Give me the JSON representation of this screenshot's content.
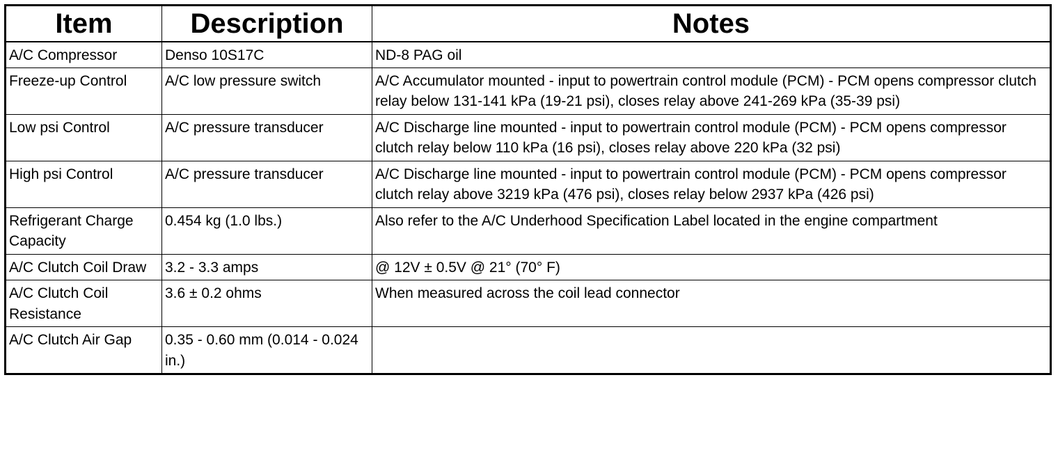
{
  "table": {
    "headers": {
      "item": "Item",
      "description": "Description",
      "notes": "Notes"
    },
    "rows": [
      {
        "item": "A/C Compressor",
        "description": "Denso 10S17C",
        "notes": "ND-8 PAG oil"
      },
      {
        "item": "Freeze-up Control",
        "description": "A/C low pressure switch",
        "notes": "A/C Accumulator mounted - input to powertrain control module (PCM) - PCM opens compressor clutch relay below 131-141 kPa (19-21 psi), closes relay above 241-269 kPa (35-39 psi)"
      },
      {
        "item": "Low psi Control",
        "description": "A/C pressure transducer",
        "notes": "A/C Discharge line mounted - input to powertrain control module (PCM) - PCM opens compressor clutch relay below 110 kPa (16 psi), closes relay above 220 kPa (32 psi)"
      },
      {
        "item": "High psi Control",
        "description": "A/C pressure transducer",
        "notes": "A/C Discharge line mounted - input to powertrain control module (PCM) - PCM opens compressor clutch relay above 3219 kPa (476 psi), closes relay below 2937 kPa (426 psi)"
      },
      {
        "item": "Refrigerant Charge Capacity",
        "description": "0.454 kg (1.0 lbs.)",
        "notes": "Also refer to the A/C Underhood Specification Label located in the engine compartment"
      },
      {
        "item": "A/C Clutch Coil Draw",
        "description": "3.2 - 3.3 amps",
        "notes": "@ 12V ± 0.5V @ 21° (70° F)"
      },
      {
        "item": "A/C Clutch Coil Resistance",
        "description": "3.6 ± 0.2 ohms",
        "notes": "When measured across the coil lead connector"
      },
      {
        "item": "A/C Clutch Air Gap",
        "description": "0.35 - 0.60 mm (0.014 - 0.024 in.)",
        "notes": ""
      }
    ]
  }
}
